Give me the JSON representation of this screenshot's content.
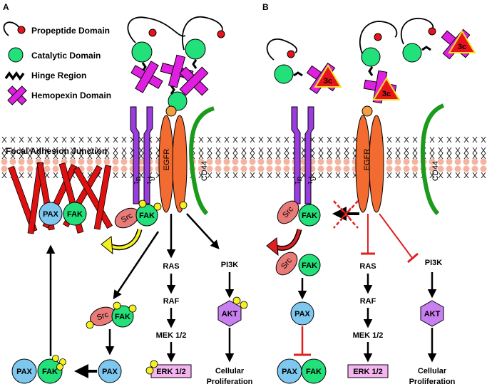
{
  "panel_a": {
    "letter": "A",
    "legend": {
      "propeptide": "Propeptide Domain",
      "catalytic": "Catalytic Domain",
      "hinge": "Hinge Region",
      "hemopexin": "Hemopexin Domain"
    },
    "focal_adhesion": "Focal Adhesion Junction",
    "alpha": "α",
    "alpha_sub": "1",
    "beta": "β",
    "beta_sub": "1",
    "egfr": "EGFR",
    "cd44": "CD44",
    "pax": "PAX",
    "fak": "FAK",
    "src": "Src",
    "ras": "RAS",
    "raf": "RAF",
    "mek": "MEK 1/2",
    "erk": "ERK 1/2",
    "pi3k": "PI3K",
    "akt": "AKT",
    "outcome_line1": "Cellular",
    "outcome_line2": "Proliferation"
  },
  "panel_b": {
    "letter": "B",
    "inhibitor": "3c",
    "alpha": "α",
    "alpha_sub": "1",
    "beta": "β",
    "beta_sub": "1",
    "egfr": "EGFR",
    "cd44": "CD44",
    "pax": "PAX",
    "fak": "FAK",
    "src": "Src",
    "ras": "RAS",
    "raf": "RAF",
    "mek": "MEK 1/2",
    "erk": "ERK 1/2",
    "pi3k": "PI3K",
    "akt": "AKT",
    "outcome_line1": "Cellular",
    "outcome_line2": "Proliferation"
  },
  "colors": {
    "catalytic": "#22e07a",
    "propeptide": "#e8141c",
    "hemopexin": "#e020e0",
    "integrin": "#9a3ce0",
    "egfr": "#f26b30",
    "cd44": "#1c9a1c",
    "membrane_head": "#f5b4a0",
    "pax": "#7ec8f0",
    "fak": "#22e07a",
    "src": "#e87a78",
    "akt": "#c880f0",
    "erk": "#f5b4f0",
    "phospho": "#f5f020",
    "inhibit": "#e02020",
    "inhibitor": "#e8141c"
  }
}
